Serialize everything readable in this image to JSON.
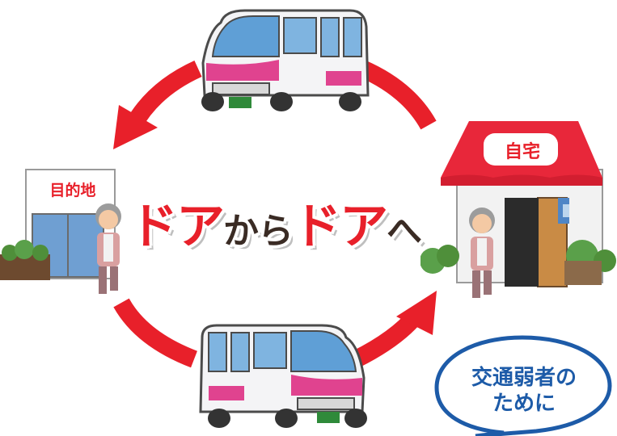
{
  "headline": {
    "part1": "ドア",
    "part2": "から",
    "part3": "ドア",
    "part4": "へ"
  },
  "destination_sign": "目的地",
  "home_sign": "自宅",
  "speech_bubble": {
    "line1": "交通弱者の",
    "line2": "ために"
  },
  "colors": {
    "accent_red": "#e8202a",
    "bubble_blue": "#1d5ba8",
    "van_pink": "#e0438f"
  },
  "icons": [
    "van-icon",
    "house-icon",
    "building-icon",
    "elderly-person-icon",
    "cycle-arrow-icon",
    "speech-bubble-icon"
  ]
}
